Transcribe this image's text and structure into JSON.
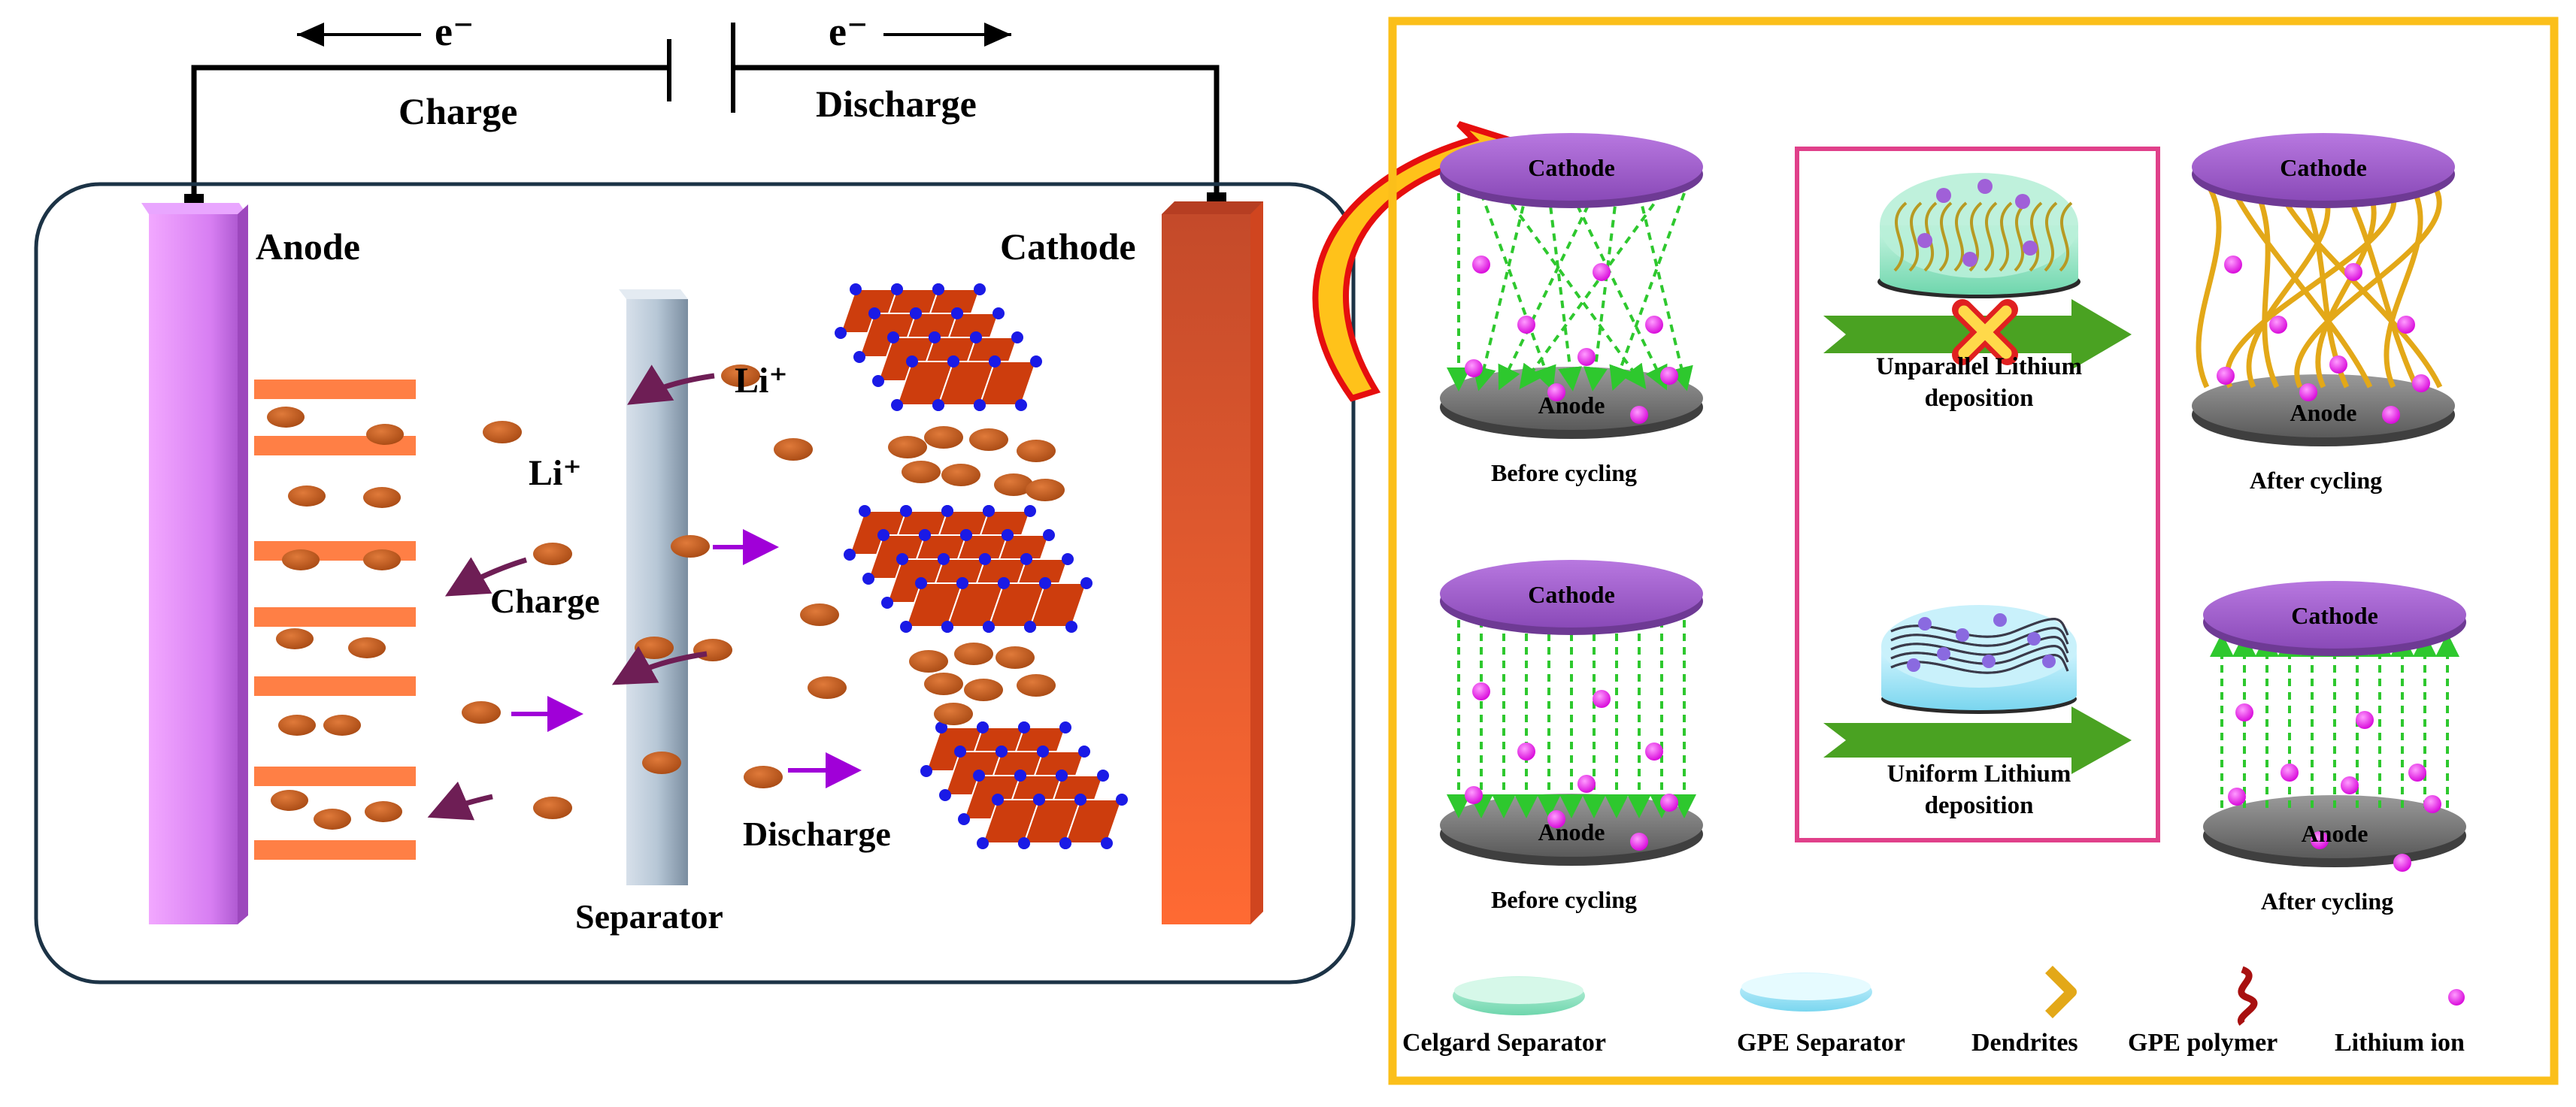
{
  "colors": {
    "anode": "#d77ef2",
    "cathode": "#e8582d",
    "separator": "#b7c7d6",
    "ion_brown": "#c25e22",
    "lattice": "#cd3d0d",
    "lattice_dot": "#1a1ae6",
    "disc_purple": "#9d5ac9",
    "disc_gray": "#6f6f6f",
    "lithium_ion": "#e000e6",
    "field_line": "#2ec82e",
    "dendrite": "#e3a818",
    "frame_gold": "#fbbf1a",
    "frame_pink": "#e0408a",
    "arrow_green": "#3f9e1f",
    "arrow_curve": "#e60e0e"
  },
  "left_panel": {
    "electron_left": "e⁻",
    "electron_right": "e⁻",
    "charge_top": "Charge",
    "discharge_top": "Discharge",
    "anode_label": "Anode",
    "cathode_label": "Cathode",
    "li_ion_upper": "Li⁺",
    "li_ion_left": "Li⁺",
    "charge_label": "Charge",
    "discharge_label": "Discharge",
    "separator_label": "Separator"
  },
  "right_panel": {
    "top_row": {
      "before": {
        "cathode": "Cathode",
        "anode": "Anode",
        "caption": "Before cycling"
      },
      "middle_caption": [
        "Unparallel Lithium",
        "deposition"
      ],
      "after": {
        "cathode": "Cathode",
        "anode": "Anode",
        "caption": "After cycling"
      }
    },
    "bottom_row": {
      "before": {
        "cathode": "Cathode",
        "anode": "Anode",
        "caption": "Before cycling"
      },
      "middle_caption": [
        "Uniform Lithium",
        "deposition"
      ],
      "after": {
        "cathode": "Cathode",
        "anode": "Anode",
        "caption": "After cycling"
      }
    },
    "legend": [
      {
        "icon": "celgard-separator-icon",
        "label": "Celgard Separator"
      },
      {
        "icon": "gpe-separator-icon",
        "label": "GPE Separator"
      },
      {
        "icon": "dendrite-icon",
        "label": "Dendrites"
      },
      {
        "icon": "gpe-polymer-icon",
        "label": "GPE polymer"
      },
      {
        "icon": "lithium-ion-icon",
        "label": "Lithium ion"
      }
    ]
  }
}
